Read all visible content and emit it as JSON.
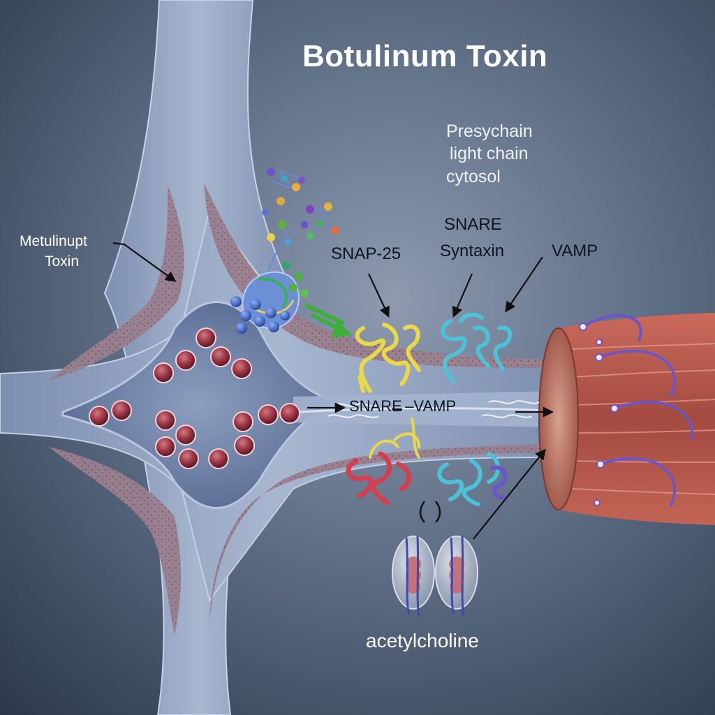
{
  "title": "Botulinum Toxin",
  "labels": {
    "presynaptic_line1": "Presychain",
    "presynaptic_line2": "light chain",
    "presynaptic_line3": "cytosol",
    "snare_top": "SNARE",
    "syntaxin": "Syntaxin",
    "snap25": "SNAP-25",
    "vamp": "VAMP",
    "toxin_line1": "Metulinupt",
    "toxin_line2": "Toxin",
    "snare_vamp_channel": "SNARE –VAMP",
    "acetylcholine": "acetylcholine"
  },
  "colors": {
    "background": "#3a4a60",
    "nerve_membrane": "#8e9fbe",
    "nerve_cytoplasm": "#9a8292",
    "vesicle": "#a23d4c",
    "snap25": "#e8d84a",
    "syntaxin": "#4cc2d6",
    "vamp_cut": "#d2404f",
    "toxin_complex": "#4a70c8",
    "muscle": "#b5564a",
    "arrow": "#101010",
    "green_arrow": "#3fae3a"
  }
}
